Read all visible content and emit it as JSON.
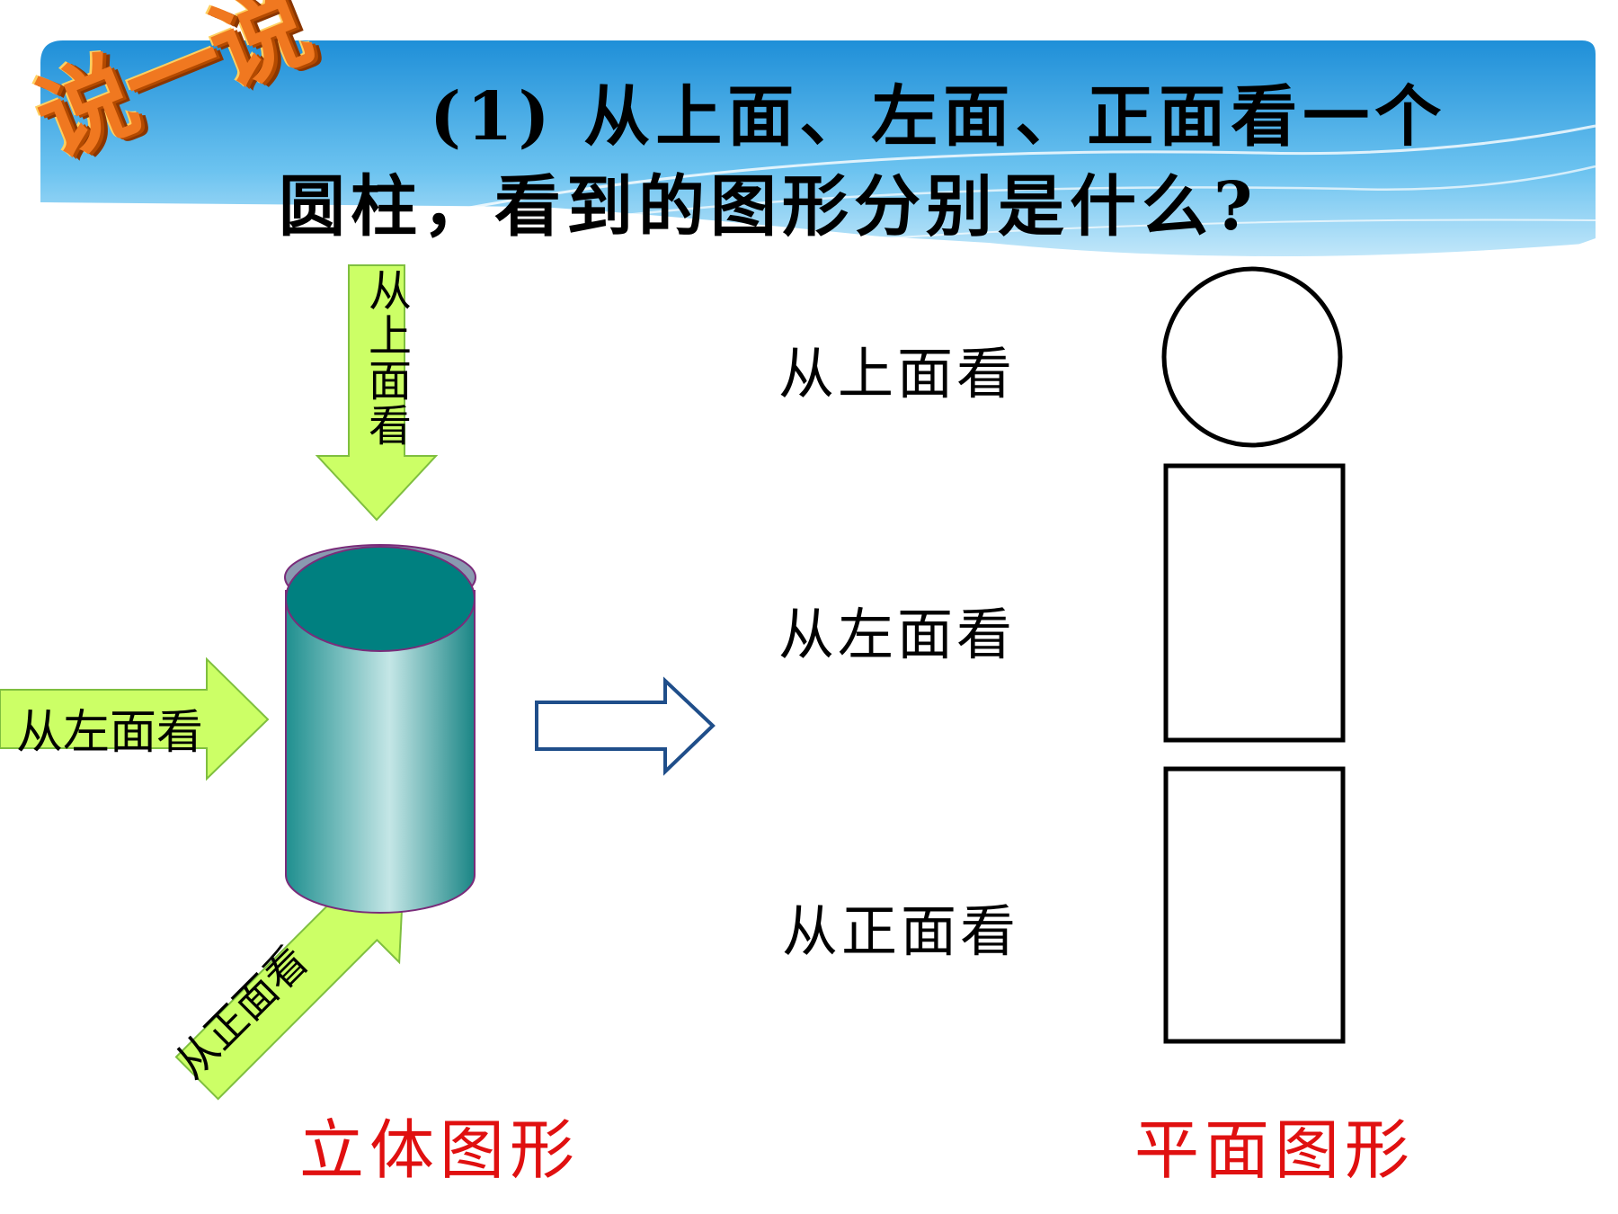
{
  "badge": "说一说",
  "question": {
    "line1": "(1) 从上面、左面、正面看一个",
    "line2": "圆柱，看到的图形分别是什么?"
  },
  "arrows": {
    "top": "从上面看",
    "left": "从左面看",
    "front": "从正面看"
  },
  "views": {
    "top": "从上面看",
    "left": "从左面看",
    "front": "从正面看"
  },
  "captions": {
    "solid": "立体图形",
    "plane": "平面图形"
  },
  "colors": {
    "arrow_fill": "#ccff66",
    "cylinder": "#008080",
    "caption_red": "#e01010",
    "banner": "#2a9ae0"
  }
}
